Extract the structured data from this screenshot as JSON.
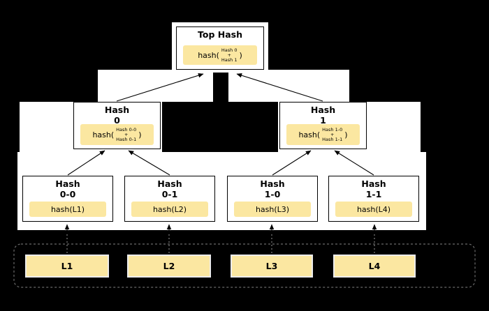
{
  "colors": {
    "background": "#000000",
    "panel": "#ffffff",
    "accent": "#fbe7a1",
    "border": "#000000",
    "block_border": "#ececec",
    "arrow": "#000000",
    "dashed_arrow": "#8a8a8a"
  },
  "tree": {
    "top": {
      "title": "Top Hash",
      "open": "hash(",
      "args": [
        "Hash 0",
        "+",
        "Hash 1"
      ],
      "close": ")"
    },
    "internal": [
      {
        "title1": "Hash",
        "title2": "0",
        "open": "hash(",
        "args": [
          "Hash 0-0",
          "+",
          "Hash 0-1"
        ],
        "close": ")"
      },
      {
        "title1": "Hash",
        "title2": "1",
        "open": "hash(",
        "args": [
          "Hash 1-0",
          "+",
          "Hash 1-1"
        ],
        "close": ")"
      }
    ],
    "leaves": [
      {
        "title1": "Hash",
        "title2": "0-0",
        "fn": "hash(L1)"
      },
      {
        "title1": "Hash",
        "title2": "0-1",
        "fn": "hash(L2)"
      },
      {
        "title1": "Hash",
        "title2": "1-0",
        "fn": "hash(L3)"
      },
      {
        "title1": "Hash",
        "title2": "1-1",
        "fn": "hash(L4)"
      }
    ],
    "blocks": [
      "L1",
      "L2",
      "L3",
      "L4"
    ]
  }
}
